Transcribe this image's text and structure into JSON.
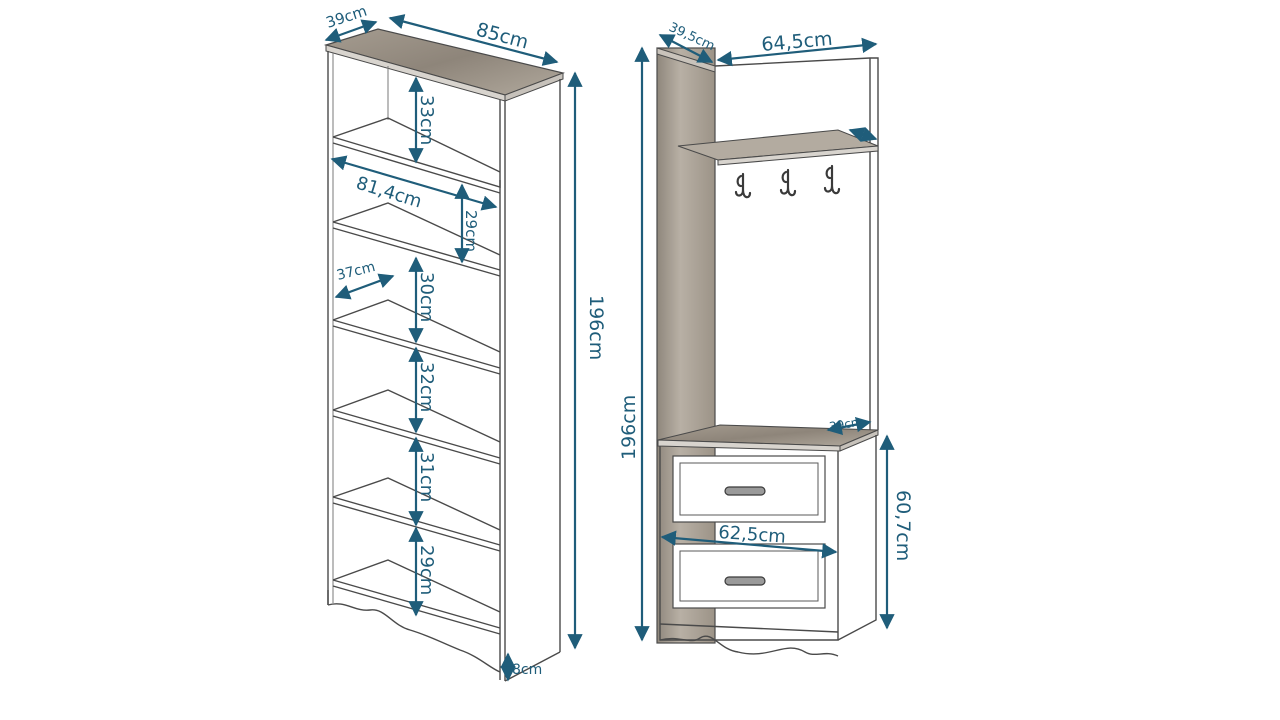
{
  "bookcase": {
    "depth_top": "39cm",
    "width_top": "85cm",
    "height_total": "196cm",
    "shelf_heights": [
      "33cm",
      "29cm",
      "30cm",
      "32cm",
      "31cm",
      "29cm"
    ],
    "inner_width": "81,4cm",
    "inner_depth": "37cm",
    "plinth": "8cm"
  },
  "hallway_unit": {
    "depth_top": "39,5cm",
    "width_top": "64,5cm",
    "height_total": "196cm",
    "bench_depth": "39cm",
    "bench_height": "60,7cm",
    "bench_width": "62,5cm"
  },
  "colors": {
    "dimension": "#1f5d7a",
    "wood_top": "#8a8177",
    "wood_panel": "#a39a8e",
    "outline": "#4a4a4a"
  }
}
